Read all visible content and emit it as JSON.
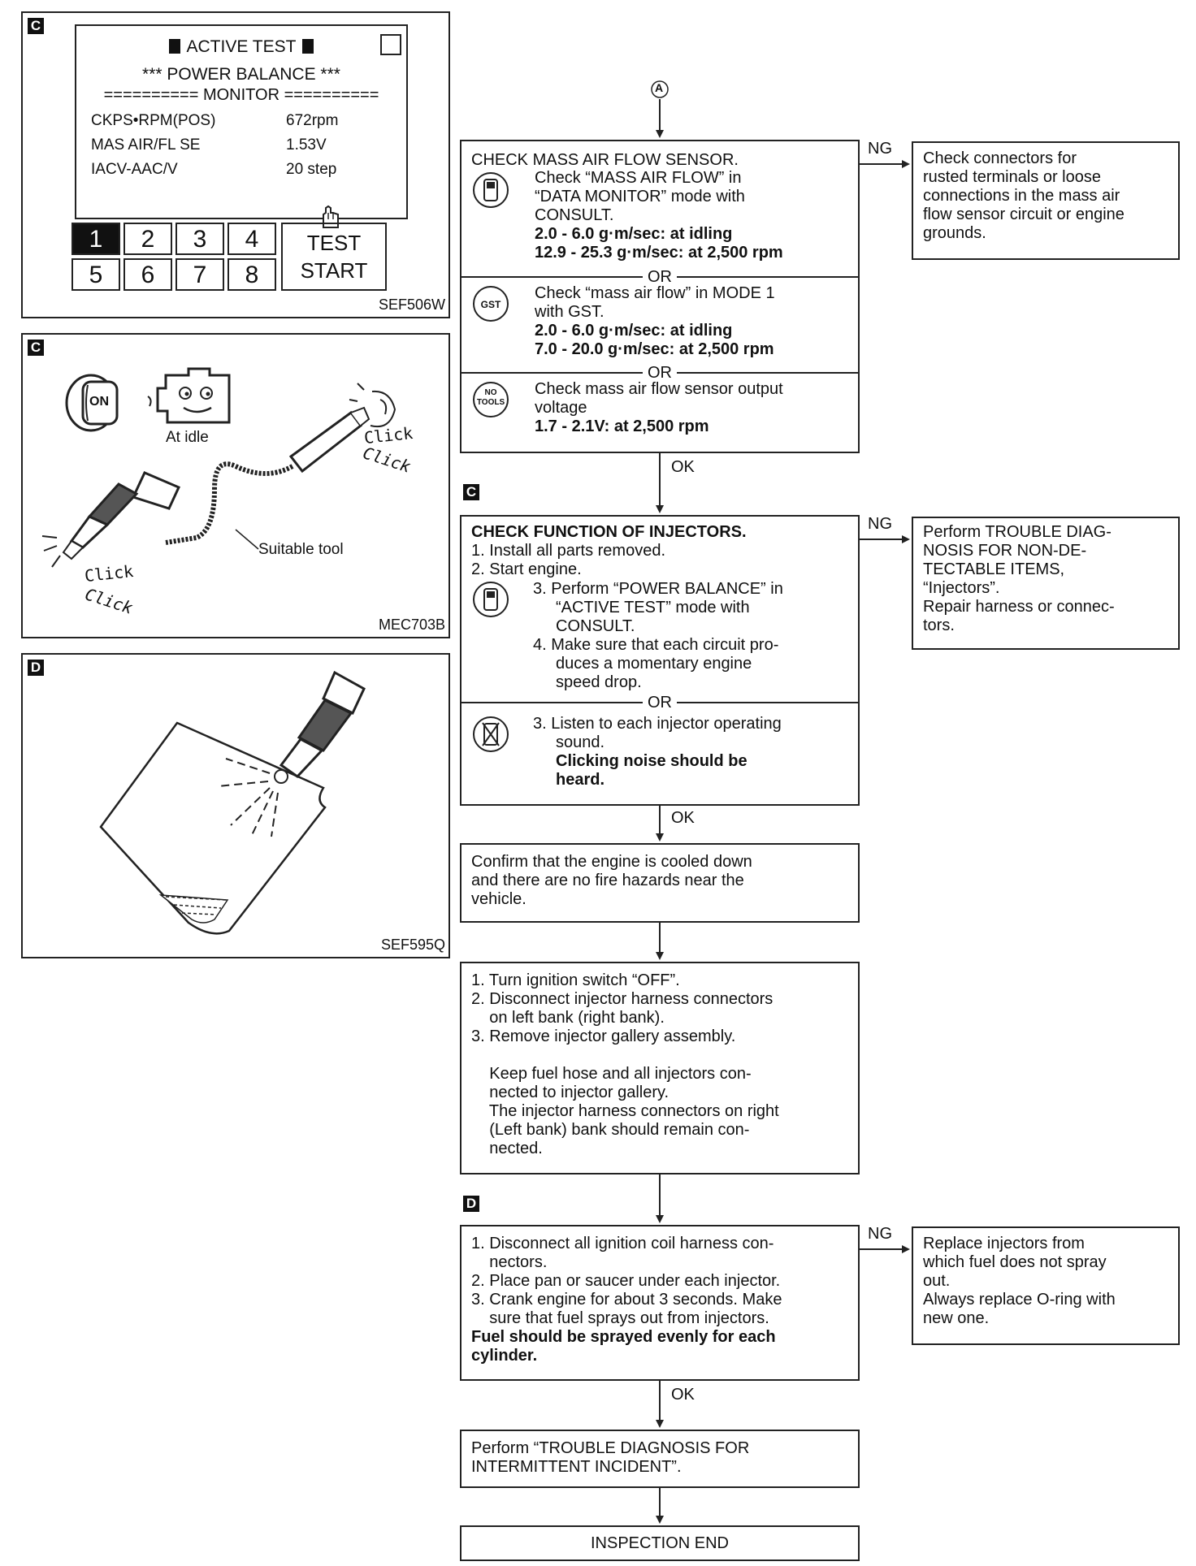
{
  "consult_panel": {
    "tag": "C",
    "title": "ACTIVE TEST",
    "subtitle": "*** POWER BALANCE ***",
    "monitor": "========== MONITOR ==========",
    "rows": [
      {
        "label": "CKPS•RPM(POS)",
        "value": "672rpm"
      },
      {
        "label": "MAS AIR/FL SE",
        "value": "1.53V"
      },
      {
        "label": "IACV-AAC/V",
        "value": "20 step"
      }
    ],
    "keys": [
      "1",
      "2",
      "3",
      "4",
      "5",
      "6",
      "7",
      "8"
    ],
    "selected_key": "1",
    "test_label": "TEST",
    "start_label": "START",
    "code": "SEF506W"
  },
  "idle_panel": {
    "tag": "C",
    "on_label": "ON",
    "at_idle": "At idle",
    "click_text": "Click",
    "suitable_tool": "Suitable tool",
    "code": "MEC703B"
  },
  "spray_panel": {
    "tag": "D",
    "code": "SEF595Q"
  },
  "flow": {
    "connector_a": "A",
    "ng": "NG",
    "ok": "OK",
    "or": "OR",
    "maf": {
      "title": "CHECK MASS AIR FLOW SENSOR.",
      "consult": [
        "Check “MASS AIR FLOW” in",
        "“DATA MONITOR” mode with",
        "CONSULT."
      ],
      "consult_bold": [
        "2.0 - 6.0 g·m/sec: at idling",
        "12.9 - 25.3 g·m/sec: at 2,500 rpm"
      ],
      "gst": [
        "Check “mass air flow” in MODE 1",
        "with GST."
      ],
      "gst_bold": [
        "2.0 - 6.0 g·m/sec: at idling",
        "7.0 - 20.0 g·m/sec: at 2,500 rpm"
      ],
      "notools": [
        "Check mass air flow sensor output",
        "voltage"
      ],
      "notools_bold": [
        "1.7 - 2.1V: at 2,500 rpm"
      ],
      "gst_icon": "GST",
      "notools_icon_top": "NO",
      "notools_icon_bottom": "TOOLS"
    },
    "maf_ng": [
      "Check connectors for",
      "rusted terminals or loose",
      "connections in the mass air",
      "flow sensor circuit or engine",
      "grounds."
    ],
    "inj_tag": "C",
    "inj": {
      "title": "CHECK FUNCTION OF INJECTORS.",
      "steps": [
        "1. Install all parts removed.",
        "2. Start engine."
      ],
      "consult": [
        "3. Perform “POWER BALANCE” in",
        "“ACTIVE TEST” mode with",
        "CONSULT.",
        "4. Make sure that each circuit pro-",
        "duces a momentary engine",
        "speed drop."
      ],
      "listen": [
        "3. Listen to each injector operating",
        "sound."
      ],
      "listen_bold": [
        "Clicking noise should be",
        "heard."
      ]
    },
    "inj_ng": [
      "Perform TROUBLE DIAG-",
      "NOSIS FOR NON-DE-",
      "TECTABLE ITEMS,",
      "“Injectors”.",
      "Repair harness or connec-",
      "tors."
    ],
    "confirm": [
      "Confirm that the engine is cooled down",
      "and there are no fire hazards near the",
      "vehicle."
    ],
    "remove": [
      "1. Turn ignition switch “OFF”.",
      "2. Disconnect injector harness connectors",
      "    on left bank (right bank).",
      "3. Remove injector gallery assembly.",
      "",
      "    Keep fuel hose and all injectors con-",
      "    nected to injector gallery.",
      "    The injector harness connectors on right",
      "    (Left bank) bank should remain con-",
      "    nected."
    ],
    "spray_tag": "D",
    "spray": [
      "1. Disconnect all ignition coil harness con-",
      "    nectors.",
      "2. Place pan or saucer under each injector.",
      "3. Crank engine for about 3 seconds. Make",
      "    sure that fuel sprays out from injectors."
    ],
    "spray_bold": [
      "Fuel should be sprayed evenly for each",
      "cylinder."
    ],
    "spray_ng": [
      "Replace injectors from",
      "which fuel does not spray",
      "out.",
      "Always replace O-ring with",
      "new one."
    ],
    "intermittent": [
      "Perform “TROUBLE DIAGNOSIS FOR",
      "INTERMITTENT INCIDENT”."
    ],
    "end": "INSPECTION END"
  }
}
